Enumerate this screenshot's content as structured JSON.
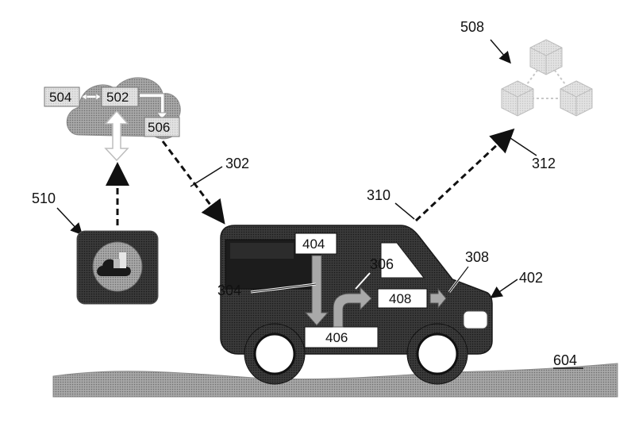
{
  "labels": {
    "ref_302": "302",
    "ref_304": "304",
    "ref_306": "306",
    "ref_308": "308",
    "ref_310": "310",
    "ref_312": "312",
    "ref_402": "402",
    "ref_404": "404",
    "ref_406": "406",
    "ref_408": "408",
    "ref_502": "502",
    "ref_504": "504",
    "ref_506": "506",
    "ref_508": "508",
    "ref_510": "510",
    "ref_604": "604"
  },
  "colors": {
    "vehicle_body": "#2a2a2a",
    "window": "#bcbcbc",
    "ground": "#8f8f8f",
    "cloud": "#9a9a9a",
    "cube": "#d4d4d4",
    "arrow_fill": "#a9a9a9",
    "device_frame": "#555555",
    "device_screen": "#8a8a8a"
  },
  "icons": {
    "cloud": "cloud-icon",
    "network_cubes": "network-cubes-icon",
    "device": "device-app-icon",
    "vehicle": "van-icon"
  }
}
